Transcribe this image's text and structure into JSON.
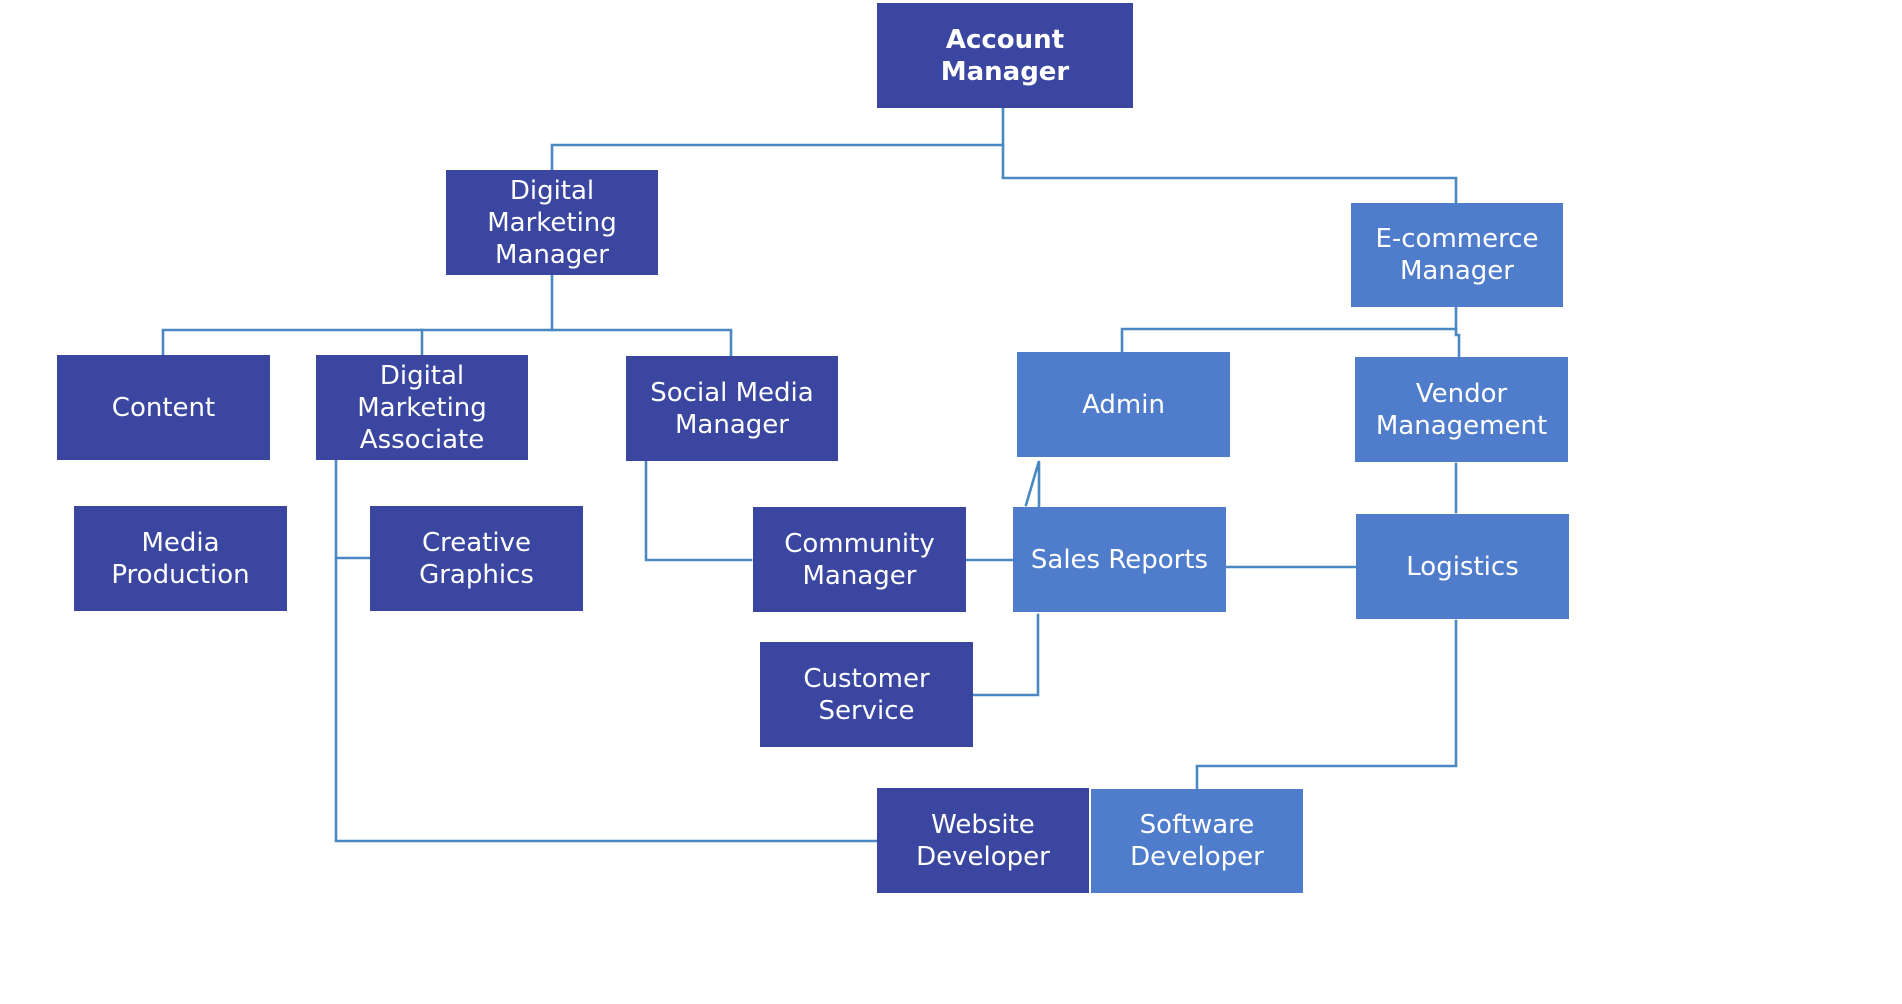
{
  "colors": {
    "dark_box": "#3a46a0",
    "light_box": "#4f7dcc",
    "connector": "#4a88c2",
    "text": "#ffffff"
  },
  "nodes": {
    "account_manager": "Account Manager",
    "digital_marketing_manager": "Digital Marketing\nManager",
    "ecommerce_manager": "E-commerce\nManager",
    "content": "Content",
    "digital_marketing_associate": "Digital Marketing\nAssociate",
    "social_media_manager": "Social Media\nManager",
    "admin": "Admin",
    "vendor_management": "Vendor\nManagement",
    "media_production": "Media\nProduction",
    "creative_graphics": "Creative\nGraphics",
    "community_manager": "Community\nManager",
    "sales_reports": "Sales Reports",
    "logistics": "Logistics",
    "customer_service": "Customer Service",
    "website_developer": "Website\nDeveloper",
    "software_developer": "Software\nDeveloper"
  }
}
